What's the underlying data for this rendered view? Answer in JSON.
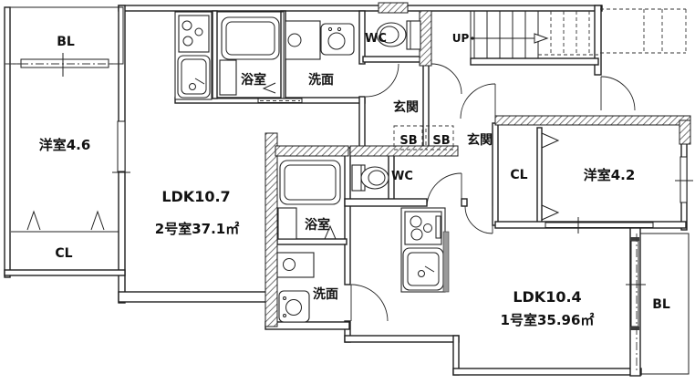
{
  "plan": {
    "units": {
      "unit2": {
        "ldk_label": "LDK10.7",
        "room_number_area": "2号室37.1㎡",
        "western_room": "洋室4.6",
        "closet": "CL",
        "balcony": "BL",
        "bathroom": "浴室",
        "washroom": "洗面",
        "toilet": "WC",
        "entrance": "玄関",
        "shoebox": "SB"
      },
      "unit1": {
        "ldk_label": "LDK10.4",
        "room_number_area": "1号室35.96㎡",
        "western_room": "洋室4.2",
        "closet": "CL",
        "balcony": "BL",
        "bathroom": "浴室",
        "washroom": "洗面",
        "toilet": "WC",
        "entrance": "玄関",
        "shoebox": "SB"
      }
    },
    "common": {
      "stairs_up": "UP"
    },
    "colors": {
      "line": "#1f1f1f",
      "background": "#ffffff"
    }
  }
}
